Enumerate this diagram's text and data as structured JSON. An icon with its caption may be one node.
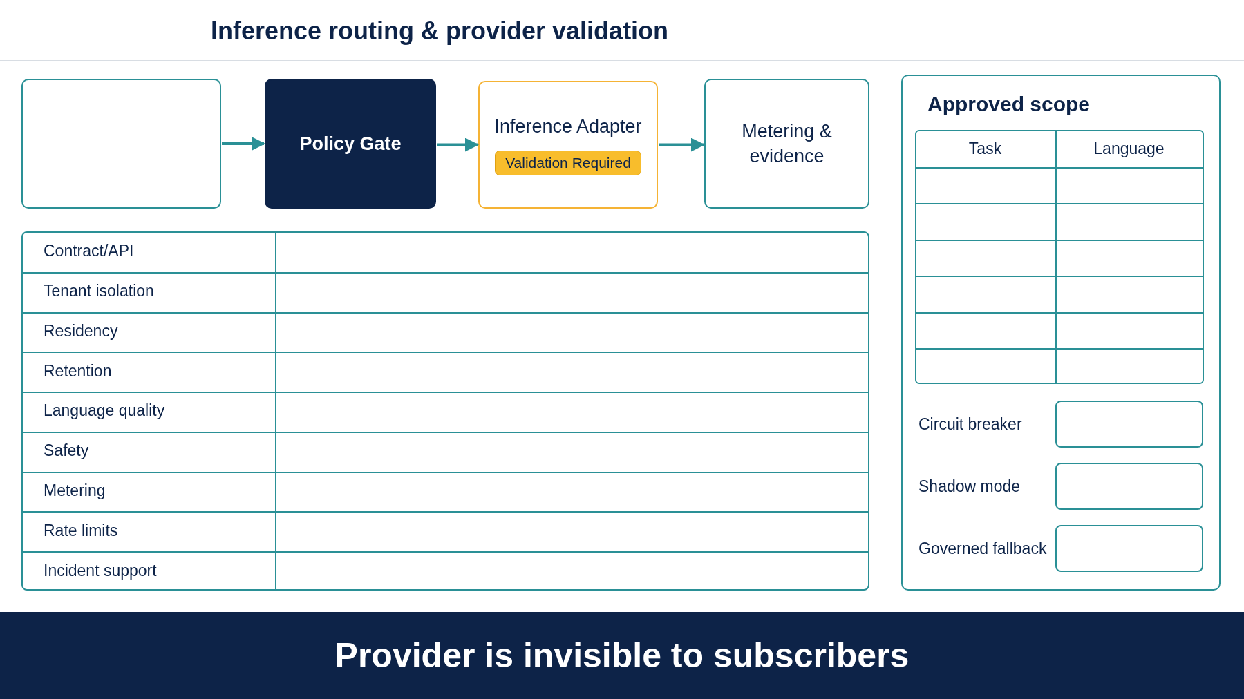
{
  "diagram": {
    "title": "Inference routing & provider validation",
    "caption": "Provider is invisible to subscribers",
    "nodes": [
      {
        "text": [],
        "shape": "box"
      },
      {
        "text": [
          "Policy Gate"
        ]
      },
      {
        "text": [
          "Inference Adapter",
          "Validation Required"
        ]
      },
      {
        "text": [
          "Metering & evidence"
        ]
      },
      {
        "text": [
          "Approved scope"
        ]
      }
    ],
    "edges": [
      {
        "from": 0,
        "to": 1,
        "arrow": "to"
      },
      {
        "from": 1,
        "to": 2,
        "arrow": "to"
      },
      {
        "from": 2,
        "to": 3,
        "arrow": "to"
      }
    ],
    "labels": [
      "Task",
      "Language",
      "Contract/API",
      "Tenant isolation",
      "Residency",
      "Retention",
      "Language quality",
      "Safety",
      "Metering",
      "Rate limits",
      "Incident support",
      "Circuit breaker",
      "Shadow mode",
      "Governed fallback"
    ]
  }
}
